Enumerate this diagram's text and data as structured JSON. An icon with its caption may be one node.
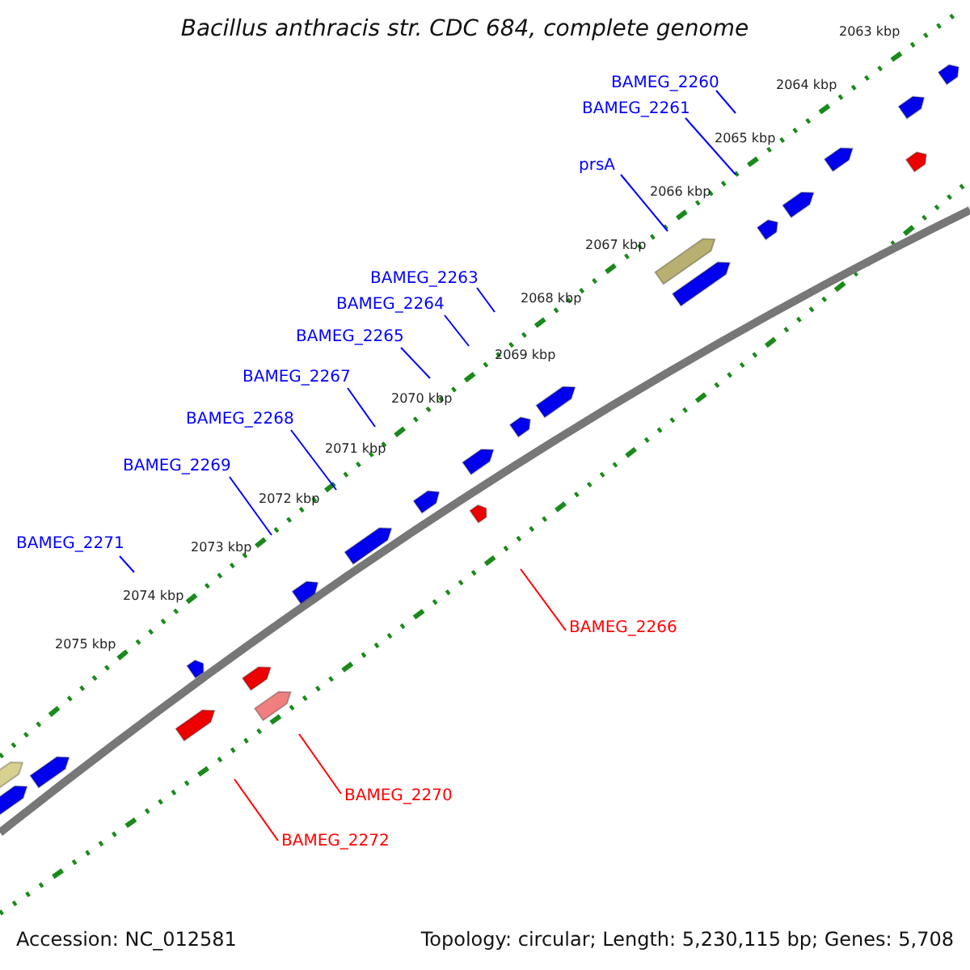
{
  "diagram": {
    "title": "Bacillus anthracis str. CDC 684, complete genome",
    "nodes": [
      {
        "text": [
          "BAMEG_2260"
        ]
      },
      {
        "text": [
          "BAMEG_2261"
        ]
      },
      {
        "text": [
          "prsA"
        ]
      },
      {
        "text": [
          "BAMEG_2263"
        ]
      },
      {
        "text": [
          "BAMEG_2264"
        ]
      },
      {
        "text": [
          "BAMEG_2265"
        ]
      },
      {
        "text": [
          "BAMEG_2267"
        ]
      },
      {
        "text": [
          "BAMEG_2268"
        ]
      },
      {
        "text": [
          "BAMEG_2269"
        ]
      },
      {
        "text": [
          "BAMEG_2271"
        ]
      },
      {
        "text": [
          "BAMEG_2266"
        ]
      },
      {
        "text": [
          "BAMEG_2270"
        ]
      },
      {
        "text": [
          "BAMEG_2272"
        ]
      }
    ],
    "edges": [
      {
        "from": 0,
        "to": null,
        "arrow": "none"
      },
      {
        "from": 1,
        "to": null,
        "arrow": "none"
      },
      {
        "from": 2,
        "to": null,
        "arrow": "none"
      },
      {
        "from": 3,
        "to": null,
        "arrow": "none"
      },
      {
        "from": 4,
        "to": null,
        "arrow": "none"
      },
      {
        "from": 5,
        "to": null,
        "arrow": "none"
      },
      {
        "from": 6,
        "to": null,
        "arrow": "none"
      },
      {
        "from": 7,
        "to": null,
        "arrow": "none"
      },
      {
        "from": 8,
        "to": null,
        "arrow": "none"
      },
      {
        "from": 9,
        "to": null,
        "arrow": "none"
      },
      {
        "from": 10,
        "to": null,
        "arrow": "none",
        "color": "#ff0000"
      },
      {
        "from": 11,
        "to": null,
        "arrow": "none",
        "color": "#ff0000"
      },
      {
        "from": 12,
        "to": null,
        "arrow": "none",
        "color": "#ff0000"
      }
    ],
    "labels": [
      "2063 kbp",
      "2064 kbp",
      "2065 kbp",
      "2066 kbp",
      "2067 kbp",
      "2068 kbp",
      "2069 kbp",
      "2070 kbp",
      "2071 kbp",
      "2072 kbp",
      "2073 kbp",
      "2074 kbp",
      "2075 kbp",
      "Accession: NC_012581",
      "Topology: circular; Length: 5,230,115 bp; Genes: 5,708"
    ]
  }
}
